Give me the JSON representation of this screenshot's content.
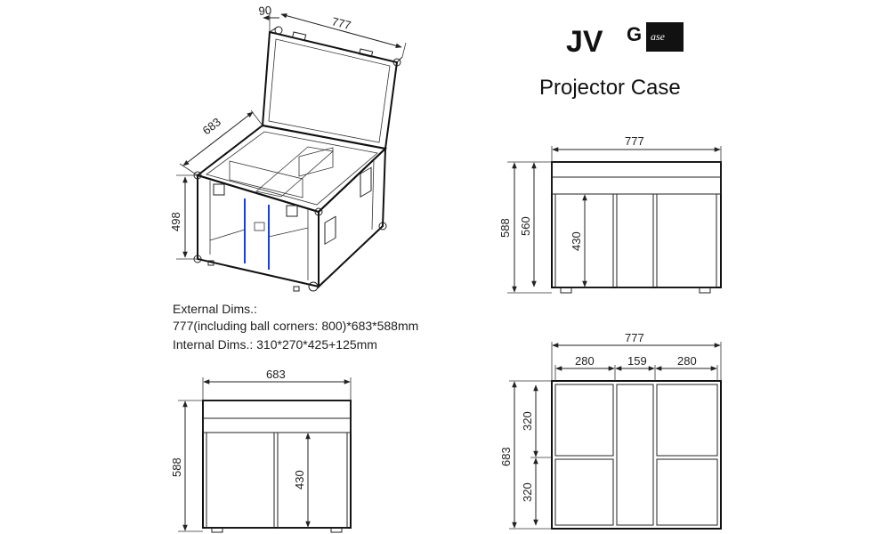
{
  "logo": {
    "text_main": "JV",
    "text_g": "G",
    "text_case": "ase"
  },
  "title": "Projector Case",
  "notes": {
    "external_label": "External Dims.:",
    "external_value": "777(including ball corners: 800)*683*588mm",
    "internal": "Internal Dims.: 310*270*425+125mm"
  },
  "iso_view": {
    "dim_lid_thickness": "90",
    "dim_length": "777",
    "dim_depth": "683",
    "dim_height": "498"
  },
  "front_view": {
    "dim_width": "777",
    "dim_total_height": "588",
    "dim_body_height": "560",
    "dim_compartment_height": "430"
  },
  "side_view": {
    "dim_width": "683",
    "dim_total_height": "588",
    "dim_compartment_height": "430"
  },
  "top_view": {
    "dim_total_width": "777",
    "dim_left_compartment": "280",
    "dim_center_compartment": "159",
    "dim_right_compartment": "280",
    "dim_total_depth": "683",
    "dim_upper_row": "320",
    "dim_lower_row": "320"
  },
  "colors": {
    "line": "#222222",
    "divider_accent": "#1a3fd6"
  }
}
